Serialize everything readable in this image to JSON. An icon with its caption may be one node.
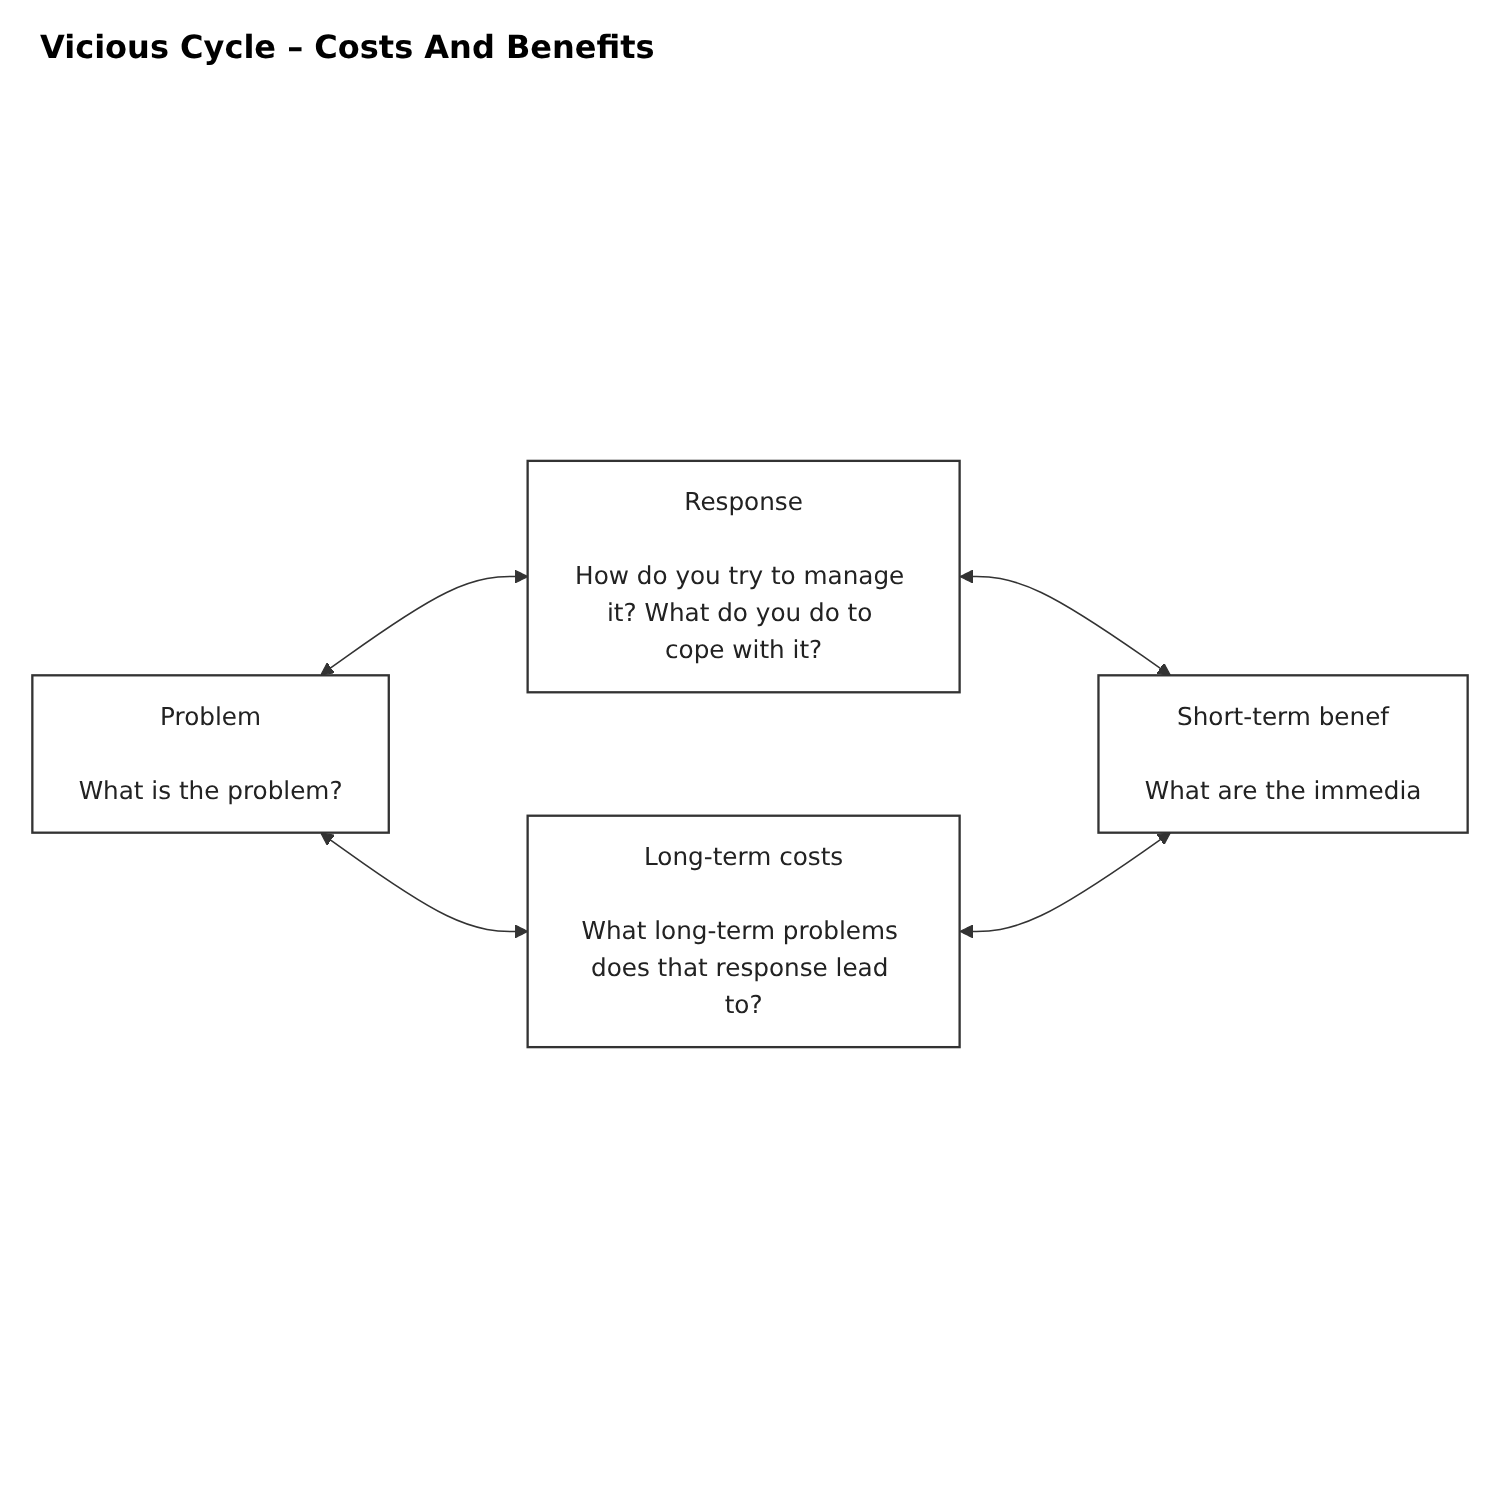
{
  "diagram": {
    "title": "Vicious Cycle – Costs And Benefits",
    "nodes": [
      {
        "text": [
          "Problem",
          "What is the problem?"
        ]
      },
      {
        "text": [
          "Response",
          "How do you try to manage it? What do you do to cope with it?"
        ]
      },
      {
        "text": [
          "Long-term costs",
          "What long-term problems does that response lead to?"
        ]
      },
      {
        "text": [
          "Short-term benef",
          "What are the immedia"
        ]
      }
    ],
    "edges": [
      {
        "from": 0,
        "to": 1,
        "arrow": "both"
      },
      {
        "from": 1,
        "to": 3,
        "arrow": "both"
      },
      {
        "from": 2,
        "to": 3,
        "arrow": "both"
      },
      {
        "from": 0,
        "to": 2,
        "arrow": "both"
      }
    ]
  }
}
